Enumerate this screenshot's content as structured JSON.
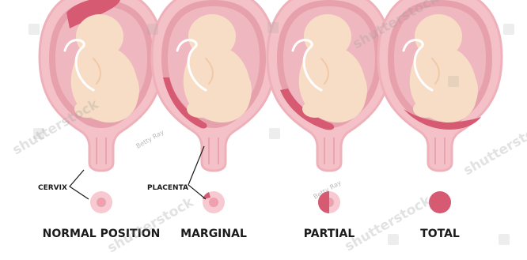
{
  "panels": [
    {
      "id": "normal",
      "label": "NORMAL POSITION"
    },
    {
      "id": "marginal",
      "label": "MARGINAL"
    },
    {
      "id": "partial",
      "label": "PARTIAL"
    },
    {
      "id": "total",
      "label": "TOTAL"
    }
  ],
  "annotations": {
    "cervix": "CERVIX",
    "placenta": "PLACENTA"
  },
  "watermark": {
    "brand": "shutterstock",
    "credit": "Betty Ray"
  },
  "colors": {
    "uterus_outer": "#f3c1c7",
    "uterus_outline": "#eeb1ba",
    "sac": "#e7a1ad",
    "sac_inner": "#efb8c0",
    "fetus": "#f7ddc5",
    "fetus_shade": "#f0c9a8",
    "placenta": "#d65a72",
    "placenta_light": "#e6798c",
    "cord": "#ffffff",
    "text": "#1a1a1a"
  }
}
